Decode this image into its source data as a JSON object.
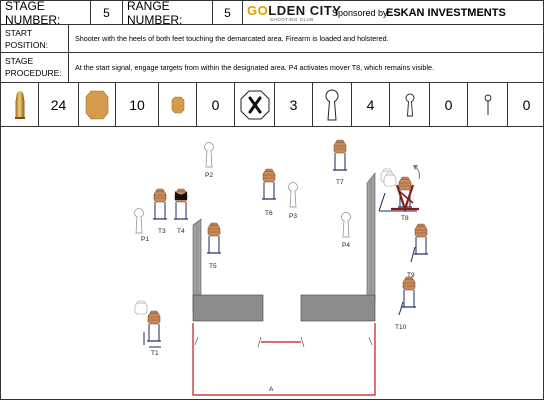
{
  "header": {
    "stage_label": "STAGE NUMBER:",
    "stage_value": "5",
    "range_label": "RANGE NUMBER:",
    "range_value": "5",
    "logo_prefix": "G",
    "logo_o": "O",
    "logo_rest": "LDEN CITY",
    "logo_sub": "SHOOTING CLUB",
    "sponsor_label": "Sponsored by:",
    "sponsor_value": "ESKAN INVESTMENTS"
  },
  "start": {
    "label_line1": "START",
    "label_line2": "POSITION:",
    "text": "Shooter with the heels of both feet touching the demarcated area. Firearm is loaded and holstered."
  },
  "procedure": {
    "label_line1": "STAGE",
    "label_line2": "PROCEDURE:",
    "text": "At the start signal, engage targets from within the designated area. P4 activates mover T8, which remains visible."
  },
  "counts": {
    "rounds": "24",
    "ipsc_targets": "10",
    "mini_targets": "0",
    "no_shoots": "3",
    "poppers": "4",
    "mini_poppers": "0",
    "plates": "0"
  },
  "diagram": {
    "labels": {
      "t1": "T1",
      "t3": "T3",
      "t4": "T4",
      "t5": "T5",
      "t6": "T6",
      "t7": "T7",
      "t8": "T8",
      "t9": "T9",
      "t10": "T10",
      "p1": "P1",
      "p2": "P2",
      "p3": "P3",
      "p4": "P4",
      "area": "A"
    }
  },
  "colors": {
    "target_fill": "#b5784f",
    "target_head": "#c88a5a",
    "mover": "#8b1a1a",
    "fault_line": "#c0181b",
    "wall": "#8c8c8c",
    "gold": "#d9a400"
  }
}
